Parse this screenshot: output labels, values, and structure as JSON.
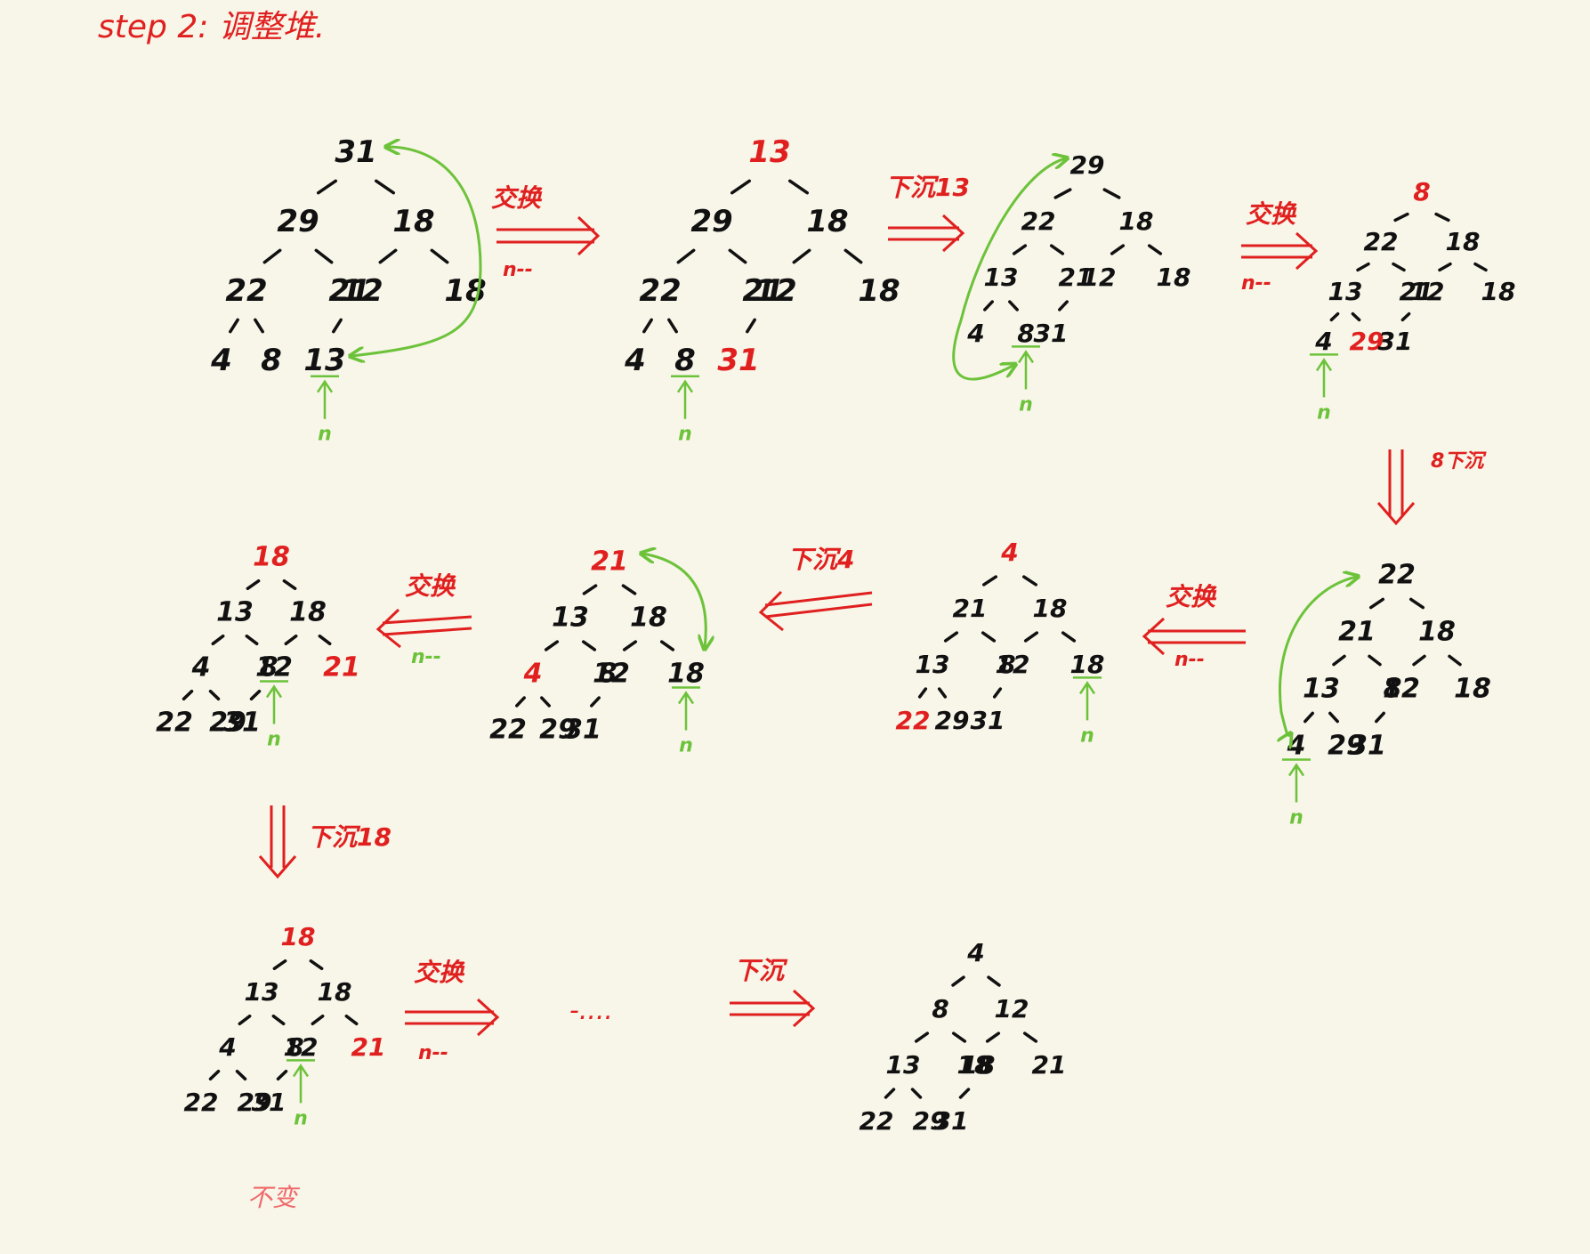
{
  "title": "step 2:  调整堆.",
  "colors": {
    "black": "#111111",
    "red": "#e0201f",
    "green": "#6cc33a",
    "note": "#f06a6a"
  },
  "labels": {
    "swap": "交换",
    "ndec": "n--",
    "sink13": "下沉13",
    "sink8": "8下沉",
    "sink4": "下沉4",
    "sink18": "下沉18",
    "sink": "下沉",
    "n": "n",
    "dots": "-....",
    "unchanged": "不变"
  },
  "trees": [
    {
      "name": "tree-1",
      "nodes": [
        "31",
        "29",
        "18",
        "22",
        "21",
        "12",
        "18",
        "4",
        "8",
        "13"
      ],
      "red": [],
      "n": 9
    },
    {
      "name": "tree-2",
      "nodes": [
        "13",
        "29",
        "18",
        "22",
        "21",
        "12",
        "18",
        "4",
        "8",
        "31"
      ],
      "red": [
        0,
        9
      ],
      "n": 8
    },
    {
      "name": "tree-3",
      "nodes": [
        "29",
        "22",
        "18",
        "13",
        "21",
        "12",
        "18",
        "4",
        "8",
        "31"
      ],
      "red": [],
      "n": 8
    },
    {
      "name": "tree-4",
      "nodes": [
        "8",
        "22",
        "18",
        "13",
        "21",
        "12",
        "18",
        "4",
        "29",
        "31"
      ],
      "red": [
        0,
        8
      ],
      "n": 7
    },
    {
      "name": "tree-5",
      "nodes": [
        "22",
        "21",
        "18",
        "13",
        "8",
        "12",
        "18",
        "4",
        "29",
        "31"
      ],
      "red": [],
      "n": 7
    },
    {
      "name": "tree-6",
      "nodes": [
        "4",
        "21",
        "18",
        "13",
        "8",
        "12",
        "18",
        "22",
        "29",
        "31"
      ],
      "red": [
        0,
        7
      ],
      "n": 6
    },
    {
      "name": "tree-7",
      "nodes": [
        "21",
        "13",
        "18",
        "4",
        "8",
        "12",
        "18",
        "22",
        "29",
        "31"
      ],
      "red": [
        0,
        3
      ],
      "n": 6
    },
    {
      "name": "tree-8",
      "nodes": [
        "18",
        "13",
        "18",
        "4",
        "8",
        "12",
        "21",
        "22",
        "29",
        "31"
      ],
      "red": [
        0,
        6
      ],
      "n": 5
    },
    {
      "name": "tree-9",
      "nodes": [
        "18",
        "13",
        "18",
        "4",
        "8",
        "12",
        "21",
        "22",
        "29",
        "31"
      ],
      "red": [
        0,
        6
      ],
      "n": 5
    },
    {
      "name": "tree-10",
      "nodes": [
        "4",
        "8",
        "12",
        "13",
        "18",
        "18",
        "21",
        "22",
        "29",
        "31"
      ],
      "red": [],
      "n": null
    }
  ]
}
